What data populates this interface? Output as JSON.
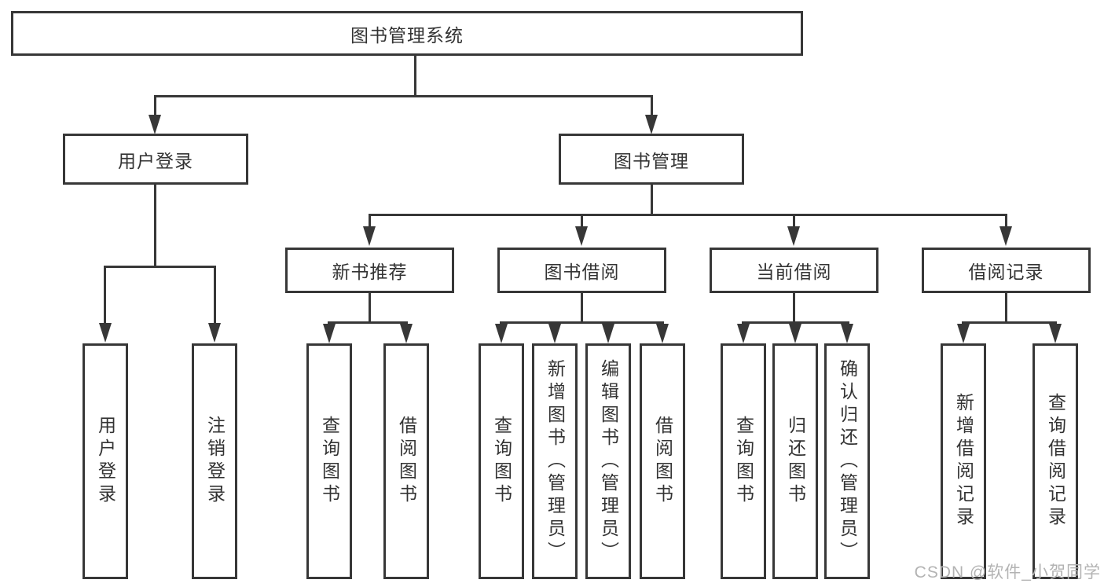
{
  "diagram": {
    "type": "hierarchy-tree",
    "tree": {
      "label": "图书管理系统",
      "children": [
        {
          "label": "用户登录",
          "children": [
            {
              "label": "用户登录"
            },
            {
              "label": "注销登录"
            }
          ]
        },
        {
          "label": "图书管理",
          "children": [
            {
              "label": "新书推荐",
              "children": [
                {
                  "label": "查询图书"
                },
                {
                  "label": "借阅图书"
                }
              ]
            },
            {
              "label": "图书借阅",
              "children": [
                {
                  "label": "查询图书"
                },
                {
                  "label": "新增图书（管理员）"
                },
                {
                  "label": "编辑图书（管理员）"
                },
                {
                  "label": "借阅图书"
                }
              ]
            },
            {
              "label": "当前借阅",
              "children": [
                {
                  "label": "查询图书"
                },
                {
                  "label": "归还图书"
                },
                {
                  "label": "确认归还（管理员）"
                }
              ]
            },
            {
              "label": "借阅记录",
              "children": [
                {
                  "label": "新增借阅记录"
                },
                {
                  "label": "查询借阅记录"
                }
              ]
            }
          ]
        }
      ]
    },
    "colors": {
      "line": "#373737",
      "text": "#333333",
      "background": "#ffffff",
      "watermark": "#b3b3b3"
    }
  },
  "watermark": {
    "text": "CSDN @软件_小贺同学"
  }
}
